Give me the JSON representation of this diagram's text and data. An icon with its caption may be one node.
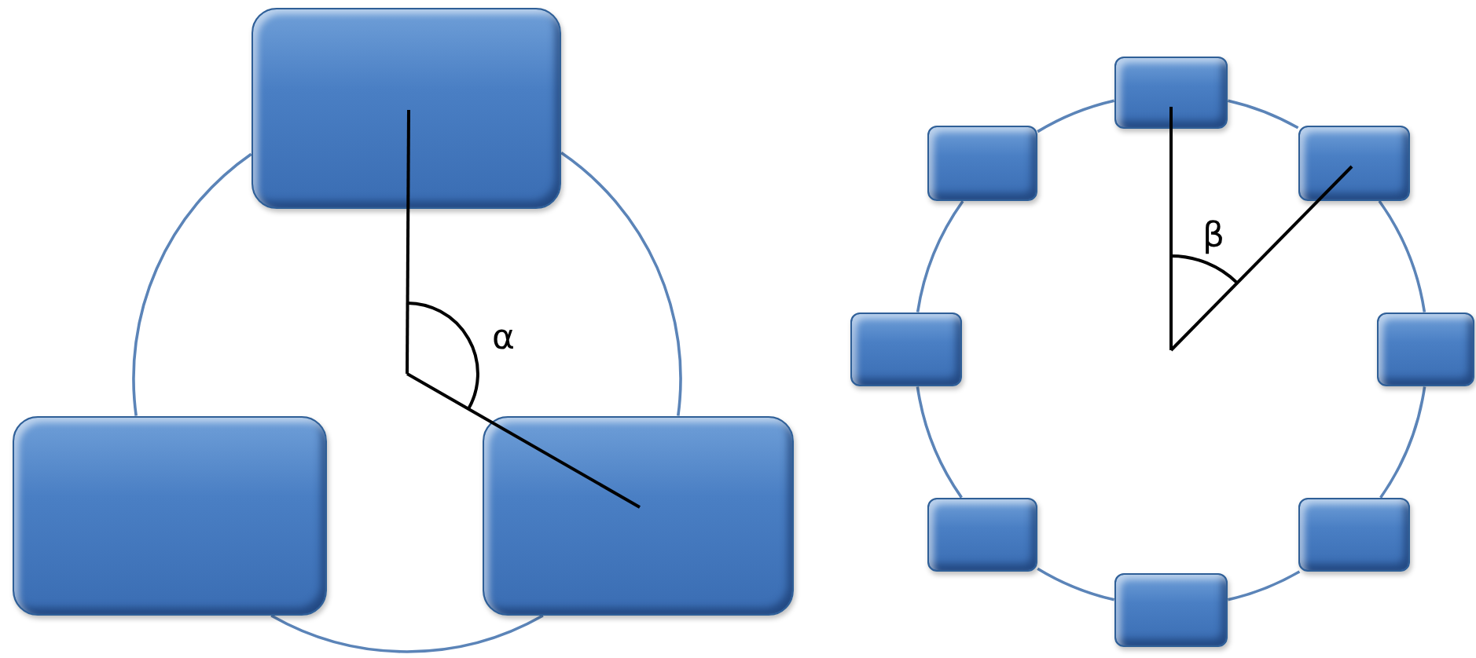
{
  "diagram": {
    "nodes": [
      {
        "text": [],
        "shape": "box"
      },
      {
        "text": [],
        "shape": "box"
      },
      {
        "text": [],
        "shape": "box"
      },
      {
        "text": [],
        "shape": "box"
      },
      {
        "text": [],
        "shape": "box"
      },
      {
        "text": [],
        "shape": "box"
      },
      {
        "text": [],
        "shape": "box"
      },
      {
        "text": [],
        "shape": "box"
      },
      {
        "text": [],
        "shape": "box"
      },
      {
        "text": [],
        "shape": "box"
      },
      {
        "text": [],
        "shape": "box"
      }
    ],
    "edges": [
      {
        "from": 0,
        "to": 1,
        "arrow": "none"
      },
      {
        "from": 1,
        "to": 2,
        "arrow": "none"
      },
      {
        "from": 2,
        "to": 0,
        "arrow": "none"
      },
      {
        "from": 3,
        "to": 5,
        "arrow": "none"
      },
      {
        "from": 5,
        "to": 7,
        "arrow": "none"
      },
      {
        "from": 7,
        "to": 9,
        "arrow": "none"
      },
      {
        "from": 9,
        "to": 10,
        "arrow": "none"
      },
      {
        "from": 10,
        "to": 8,
        "arrow": "none"
      },
      {
        "from": 8,
        "to": 6,
        "arrow": "none"
      },
      {
        "from": 6,
        "to": 4,
        "arrow": "none"
      },
      {
        "from": 4,
        "to": 3,
        "arrow": "none"
      }
    ],
    "labels": [
      "α",
      "β"
    ]
  }
}
